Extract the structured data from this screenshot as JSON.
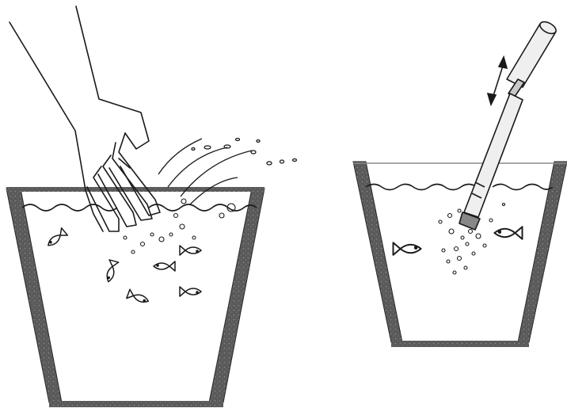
{
  "colors": {
    "background": "#ffffff",
    "line": "#1a1a1a",
    "container_wall": "#5a5a5a",
    "container_wall_speckle": "#8a8a8a",
    "pump_fill": "#efefef"
  },
  "left_panel": {
    "container": "bucket",
    "agitator": "hand-icon",
    "fish_count": 6,
    "splash": true
  },
  "right_panel": {
    "container": "bucket",
    "agitator": "air-pump-icon",
    "motion": "up-down-arrow-icon",
    "fish_count": 2,
    "bubbles": true
  }
}
